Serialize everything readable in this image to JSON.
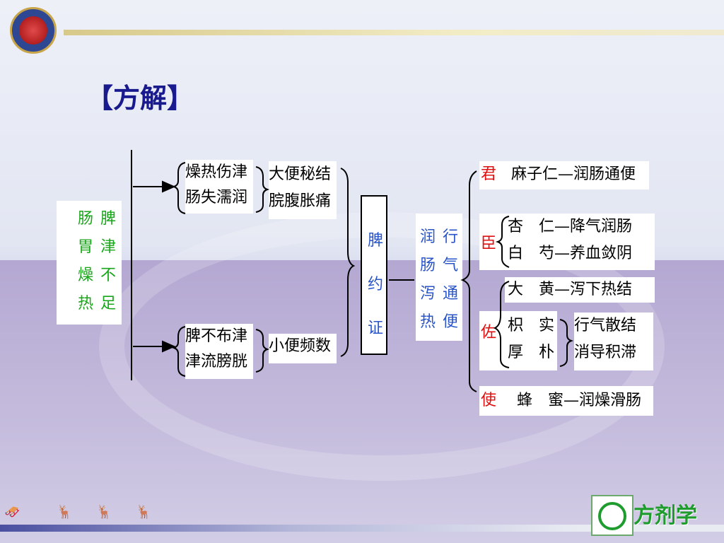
{
  "title": "【方解】",
  "brand": "方剂学",
  "left_chars": {
    "col1": [
      "肠",
      "胃",
      "燥",
      "热"
    ],
    "col2": [
      "脾",
      "津",
      "不",
      "足"
    ]
  },
  "upper": {
    "cause1": "燥热伤津",
    "cause2": "肠失濡润",
    "sym1": "大便秘结",
    "sym2": "脘腹胀痛"
  },
  "lower": {
    "cause1": "脾不布津",
    "cause2": "津流膀胱",
    "sym1": "小便频数"
  },
  "syndrome": [
    "脾",
    "约",
    "证"
  ],
  "method": {
    "col1": [
      "润",
      "肠",
      "泻",
      "热"
    ],
    "col2": [
      "行",
      "气",
      "通",
      "便"
    ]
  },
  "roles": {
    "jun": {
      "label": "君",
      "text": "麻子仁—润肠通便"
    },
    "chen": {
      "label": "臣",
      "line1": "杏　仁—降气润肠",
      "line2": "白　芍—养血敛阴"
    },
    "zuo": {
      "label": "佐",
      "line0": "大　黄—泻下热结",
      "herb1": "枳　实",
      "herb2": "厚　朴",
      "effect1": "行气散结",
      "effect2": "消导积滞"
    },
    "shi": {
      "label": "使",
      "text": "蜂　蜜—润燥滑肠"
    }
  },
  "colors": {
    "title": "#1a1a8f",
    "green": "#1aa61a",
    "blue": "#2a55c8",
    "red": "#e01010"
  }
}
